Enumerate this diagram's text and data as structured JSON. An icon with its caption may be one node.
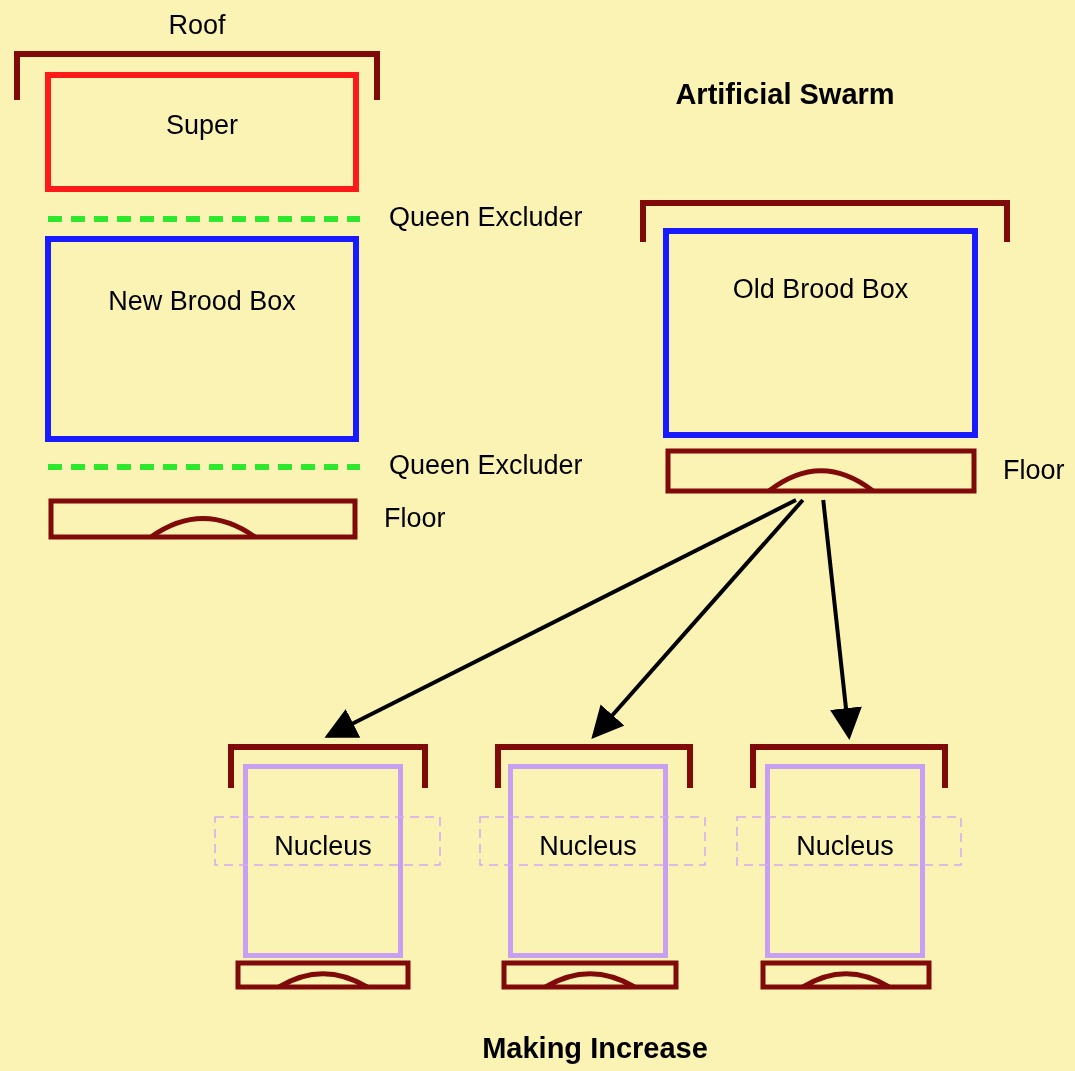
{
  "diagram": {
    "title": "Artificial Swarm",
    "caption": "Making Increase",
    "nodes": [
      {
        "text": [
          "Roof"
        ]
      },
      {
        "text": [
          "Super"
        ]
      },
      {
        "text": [
          "Queen Excluder"
        ]
      },
      {
        "text": [
          "New Brood Box"
        ]
      },
      {
        "text": [
          "Queen Excluder"
        ]
      },
      {
        "text": [
          "Floor"
        ]
      },
      {
        "text": [],
        "shape": "bar"
      },
      {
        "text": [
          "Old Brood Box"
        ]
      },
      {
        "text": [
          "Floor"
        ]
      },
      {
        "text": [],
        "shape": "bar"
      },
      {
        "text": [
          "Nucleus"
        ]
      },
      {
        "text": [],
        "shape": "bar"
      },
      {
        "text": [],
        "shape": "bar"
      },
      {
        "text": [
          "Nucleus"
        ]
      },
      {
        "text": [],
        "shape": "bar"
      },
      {
        "text": [],
        "shape": "bar"
      },
      {
        "text": [
          "Nucleus"
        ]
      },
      {
        "text": [],
        "shape": "bar"
      }
    ],
    "edges": [
      {
        "from": 8,
        "to": 9,
        "arrow": "to"
      },
      {
        "from": 8,
        "to": 12,
        "arrow": "to"
      },
      {
        "from": 8,
        "to": 15,
        "arrow": "to"
      }
    ]
  }
}
